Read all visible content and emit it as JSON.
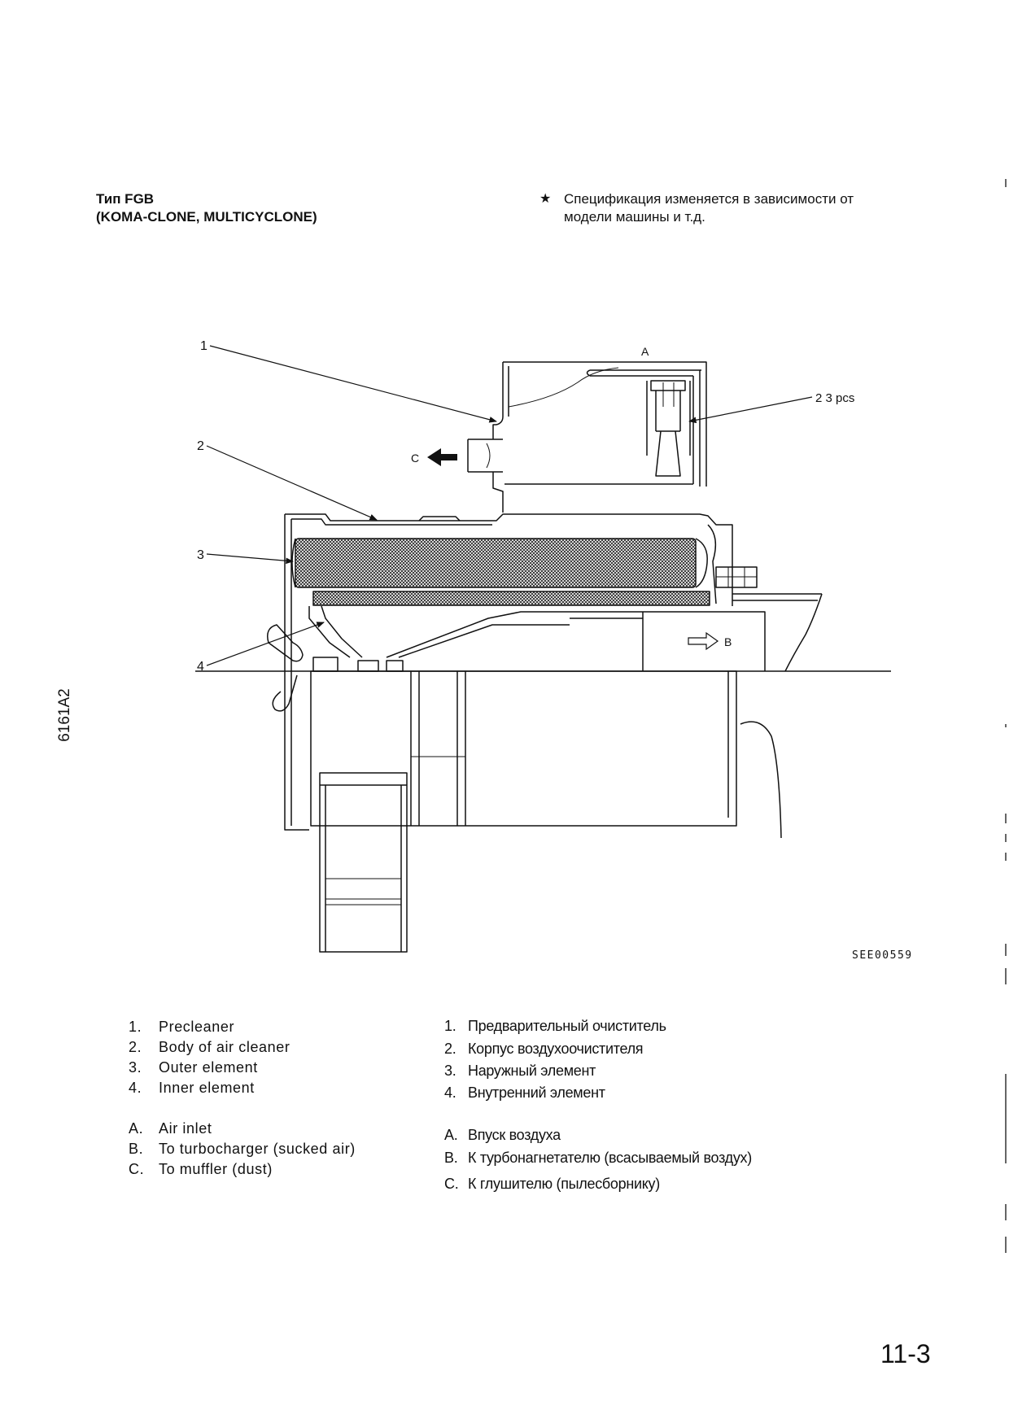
{
  "header": {
    "title_line1": "Тип FGB",
    "title_line2": "(KOMA-CLONE, MULTICYCLONE)",
    "note_bullet": "★",
    "note_line1": "Спецификация изменяется в зависимости от",
    "note_line2": "модели машины и т.д."
  },
  "side_code": "6161A2",
  "diagram": {
    "callouts": {
      "one": "1",
      "two": "2",
      "three": "3",
      "four": "4",
      "a": "A",
      "b": "B",
      "c": "C",
      "qty": "2 3 pcs"
    },
    "drawing_id": "SEE00559"
  },
  "legend_en": {
    "parts": [
      {
        "num": "1.",
        "label": "Precleaner"
      },
      {
        "num": "2.",
        "label": "Body of air cleaner"
      },
      {
        "num": "3.",
        "label": "Outer element"
      },
      {
        "num": "4.",
        "label": "Inner element"
      }
    ],
    "flows": [
      {
        "num": "A.",
        "label": "Air inlet"
      },
      {
        "num": "B.",
        "label": "To turbocharger (sucked air)"
      },
      {
        "num": "C.",
        "label": "To muffler (dust)"
      }
    ]
  },
  "legend_ru": {
    "parts": [
      {
        "num": "1.",
        "label": "Предварительный очиститель"
      },
      {
        "num": "2.",
        "label": "Корпус воздухоочистителя"
      },
      {
        "num": "3.",
        "label": "Наружный элемент"
      },
      {
        "num": "4.",
        "label": "Внутренний элемент"
      }
    ],
    "flows": [
      {
        "num": "A.",
        "label": "Впуск воздуха"
      },
      {
        "num": "B.",
        "label": "К турбонагнетателю (всасываемый воздух)"
      },
      {
        "num": "C.",
        "label": "К глушителю (пылесборнику)"
      }
    ]
  },
  "page_number": "11-3"
}
